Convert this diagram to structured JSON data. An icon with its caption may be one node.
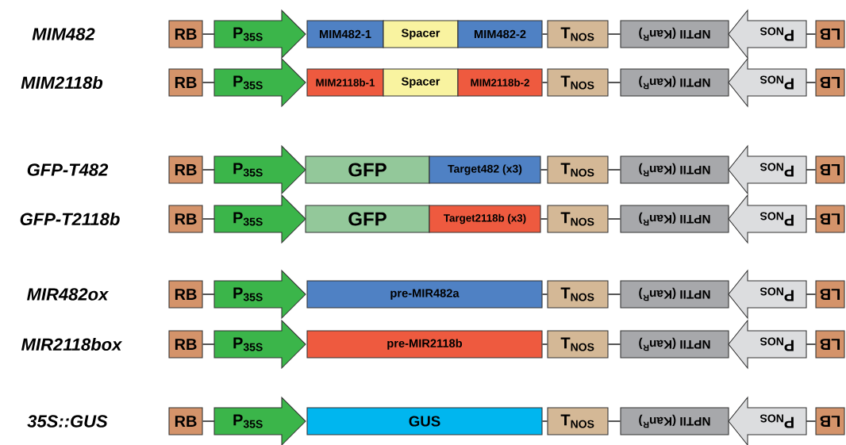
{
  "diagram": {
    "nodes": [
      {
        "text": [
          "RB"
        ]
      },
      {
        "text": [
          "P$_{35S}$"
        ]
      },
      {
        "text": [
          "MIM482-1"
        ]
      },
      {
        "text": [
          "Spacer"
        ]
      },
      {
        "text": [
          "MIM482-2"
        ]
      },
      {
        "text": [
          "T$_{NOS}$"
        ]
      },
      {
        "text": [
          "NPTII (Kan$^{R}$)"
        ]
      },
      {
        "text": [
          "P$_{NOS}$"
        ]
      },
      {
        "text": [
          "LB"
        ]
      },
      {
        "text": [
          "RB"
        ]
      },
      {
        "text": [
          "P$_{35S}$"
        ]
      },
      {
        "text": [
          "MIM2118b-1"
        ]
      },
      {
        "text": [
          "Spacer"
        ]
      },
      {
        "text": [
          "MIM2118b-2"
        ]
      },
      {
        "text": [
          "T$_{NOS}$"
        ]
      },
      {
        "text": [
          "NPTII (Kan$^{R}$)"
        ]
      },
      {
        "text": [
          "P$_{NOS}$"
        ]
      },
      {
        "text": [
          "LB"
        ]
      },
      {
        "text": [
          "RB"
        ]
      },
      {
        "text": [
          "P$_{35S}$"
        ]
      },
      {
        "text": [
          "GFP"
        ]
      },
      {
        "text": [
          "Target482 (x3)"
        ]
      },
      {
        "text": [
          "T$_{NOS}$"
        ]
      },
      {
        "text": [
          "NPTII (Kan$^{R}$)"
        ]
      },
      {
        "text": [
          "P$_{NOS}$"
        ]
      },
      {
        "text": [
          "LB"
        ]
      },
      {
        "text": [
          "RB"
        ]
      },
      {
        "text": [
          "P$_{35S}$"
        ]
      },
      {
        "text": [
          "GFP"
        ]
      },
      {
        "text": [
          "Target2118b (x3)"
        ]
      },
      {
        "text": [
          "T$_{NOS}$"
        ]
      },
      {
        "text": [
          "NPTII (Kan$^{R}$)"
        ]
      },
      {
        "text": [
          "P$_{NOS}$"
        ]
      },
      {
        "text": [
          "LB"
        ]
      },
      {
        "text": [
          "RB"
        ]
      },
      {
        "text": [
          "P$_{35S}$"
        ]
      },
      {
        "text": [
          "pre-MIR482a"
        ]
      },
      {
        "text": [
          "T$_{NOS}$"
        ]
      },
      {
        "text": [
          "NPTII (Kan$^{R}$)"
        ]
      },
      {
        "text": [
          "P$_{NOS}$"
        ]
      },
      {
        "text": [
          "LB"
        ]
      },
      {
        "text": [
          "RB"
        ]
      },
      {
        "text": [
          "P$_{35S}$"
        ]
      },
      {
        "text": [
          "pre-MIR2118b"
        ]
      },
      {
        "text": [
          "T$_{NOS}$"
        ]
      },
      {
        "text": [
          "NPTII (Kan$^{R}$)"
        ]
      },
      {
        "text": [
          "P$_{NOS}$"
        ]
      },
      {
        "text": [
          "LB"
        ]
      },
      {
        "text": [
          "RB"
        ]
      },
      {
        "text": [
          "P$_{35S}$"
        ]
      },
      {
        "text": [
          "GUS"
        ]
      },
      {
        "text": [
          "T$_{NOS}$"
        ]
      },
      {
        "text": [
          "NPTII (Kan$^{R}$)"
        ]
      },
      {
        "text": [
          "P$_{NOS}$"
        ]
      },
      {
        "text": [
          "LB"
        ]
      }
    ],
    "edges": [
      {
        "from": 0,
        "to": 1,
        "arrow": "none"
      },
      {
        "from": 4,
        "to": 5,
        "arrow": "none"
      },
      {
        "from": 5,
        "to": 6,
        "arrow": "none"
      },
      {
        "from": 7,
        "to": 8,
        "arrow": "none"
      },
      {
        "from": 9,
        "to": 10,
        "arrow": "none"
      },
      {
        "from": 13,
        "to": 14,
        "arrow": "none"
      },
      {
        "from": 14,
        "to": 15,
        "arrow": "none"
      },
      {
        "from": 16,
        "to": 17,
        "arrow": "none"
      },
      {
        "from": 18,
        "to": 19,
        "arrow": "none"
      },
      {
        "from": 21,
        "to": 22,
        "arrow": "none"
      },
      {
        "from": 22,
        "to": 23,
        "arrow": "none"
      },
      {
        "from": 24,
        "to": 25,
        "arrow": "none"
      },
      {
        "from": 26,
        "to": 27,
        "arrow": "none"
      },
      {
        "from": 29,
        "to": 30,
        "arrow": "none"
      },
      {
        "from": 30,
        "to": 31,
        "arrow": "none"
      },
      {
        "from": 32,
        "to": 33,
        "arrow": "none"
      },
      {
        "from": 34,
        "to": 35,
        "arrow": "none"
      },
      {
        "from": 36,
        "to": 37,
        "arrow": "none"
      },
      {
        "from": 37,
        "to": 38,
        "arrow": "none"
      },
      {
        "from": 39,
        "to": 40,
        "arrow": "none"
      },
      {
        "from": 41,
        "to": 42,
        "arrow": "none"
      },
      {
        "from": 43,
        "to": 44,
        "arrow": "none"
      },
      {
        "from": 44,
        "to": 45,
        "arrow": "none"
      },
      {
        "from": 46,
        "to": 47,
        "arrow": "none"
      },
      {
        "from": 48,
        "to": 49,
        "arrow": "none"
      },
      {
        "from": 50,
        "to": 51,
        "arrow": "none"
      },
      {
        "from": 51,
        "to": 52,
        "arrow": "none"
      },
      {
        "from": 53,
        "to": 54,
        "arrow": "none"
      }
    ],
    "labels": [
      "MIM482",
      "MIM2118b",
      "GFP-T482",
      "GFP-T2118b",
      "MIR482ox",
      "MIR2118box",
      "35S::GUS"
    ]
  }
}
